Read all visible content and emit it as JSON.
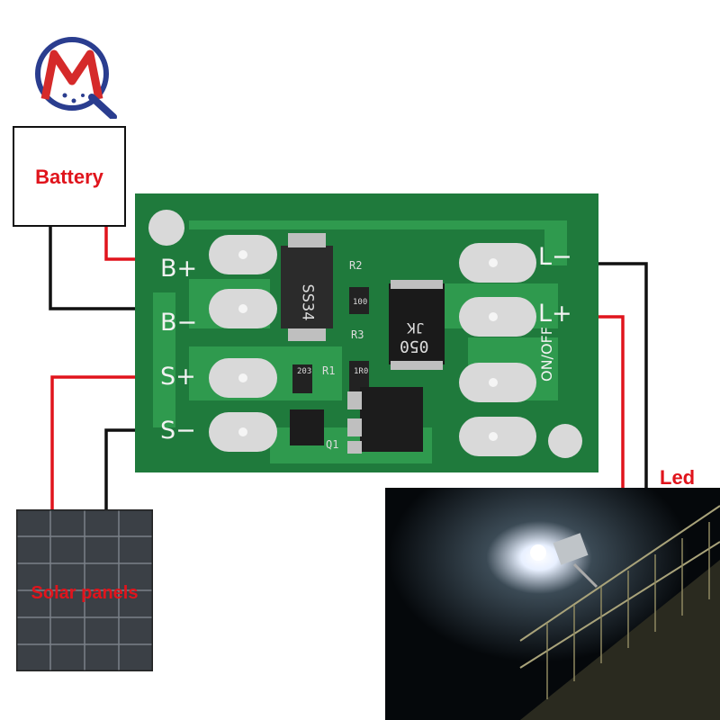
{
  "labels": {
    "battery": "Battery",
    "solar": "Solar panels",
    "led": "Led"
  },
  "pads": {
    "b_plus": "B+",
    "b_minus": "B−",
    "s_plus": "S+",
    "s_minus": "S−",
    "l_minus": "L−",
    "l_plus": "L+",
    "on_off": "ON/OFF"
  },
  "components": {
    "diode": "SS34",
    "r2_ref": "R2",
    "r2_code": "100",
    "r3_ref": "R3",
    "r1_ref": "R1",
    "r1_code": "203",
    "r3_code": "1R0",
    "inductor_top": "JK",
    "inductor_bottom": "050",
    "q1_ref": "Q1"
  },
  "colors": {
    "wire_red": "#e0141c",
    "wire_black": "#111111",
    "pcb_green": "#1f7a3c",
    "pcb_trace": "#2f9a4e"
  },
  "icons": {
    "logo": "mq-logo-icon",
    "solar": "solar-panel-icon",
    "led_photo": "street-lamp-icon"
  }
}
